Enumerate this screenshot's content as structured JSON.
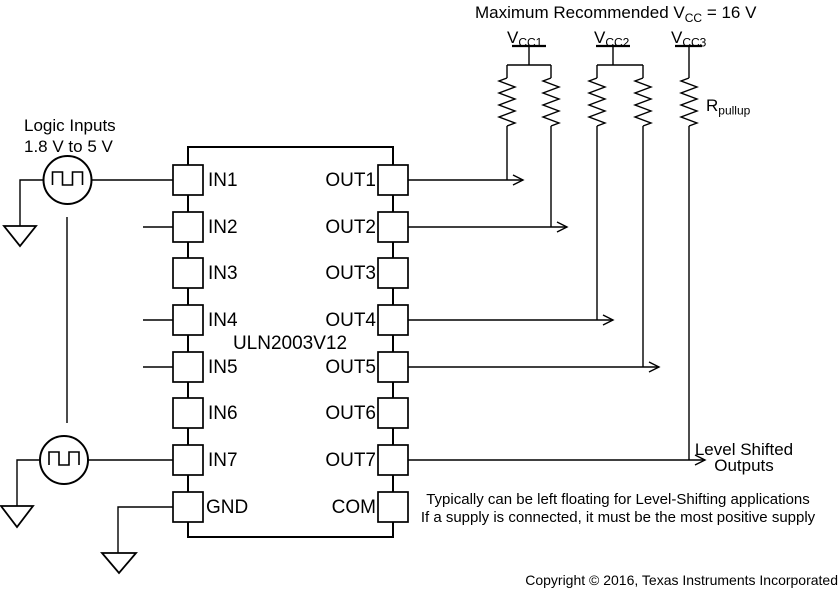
{
  "title": {
    "pre": "Maximum Recommended V",
    "sub": "CC",
    "post": " = 16 V"
  },
  "supplies": [
    {
      "base": "V",
      "sub": "CC1"
    },
    {
      "base": "V",
      "sub": "CC2"
    },
    {
      "base": "V",
      "sub": "CC3"
    }
  ],
  "pullup": {
    "base": "R",
    "sub": "pullup"
  },
  "logic_inputs": {
    "line1": "Logic Inputs",
    "line2": "1.8 V to 5 V"
  },
  "ic": {
    "name": "ULN2003V12",
    "left_pins": [
      "IN1",
      "IN2",
      "IN3",
      "IN4",
      "IN5",
      "IN6",
      "IN7",
      "GND"
    ],
    "right_pins": [
      "OUT1",
      "OUT2",
      "OUT3",
      "OUT4",
      "OUT5",
      "OUT6",
      "OUT7",
      "COM"
    ]
  },
  "level_shifted": {
    "line1": "Level Shifted",
    "line2": "Outputs"
  },
  "com_note": {
    "line1": "Typically can be left floating for Level-Shifting applications",
    "line2": "If a supply is connected, it must be the most positive supply"
  },
  "copyright": "Copyright © 2016, Texas Instruments Incorporated",
  "colors": {
    "line": "#000000",
    "background": "#ffffff"
  }
}
